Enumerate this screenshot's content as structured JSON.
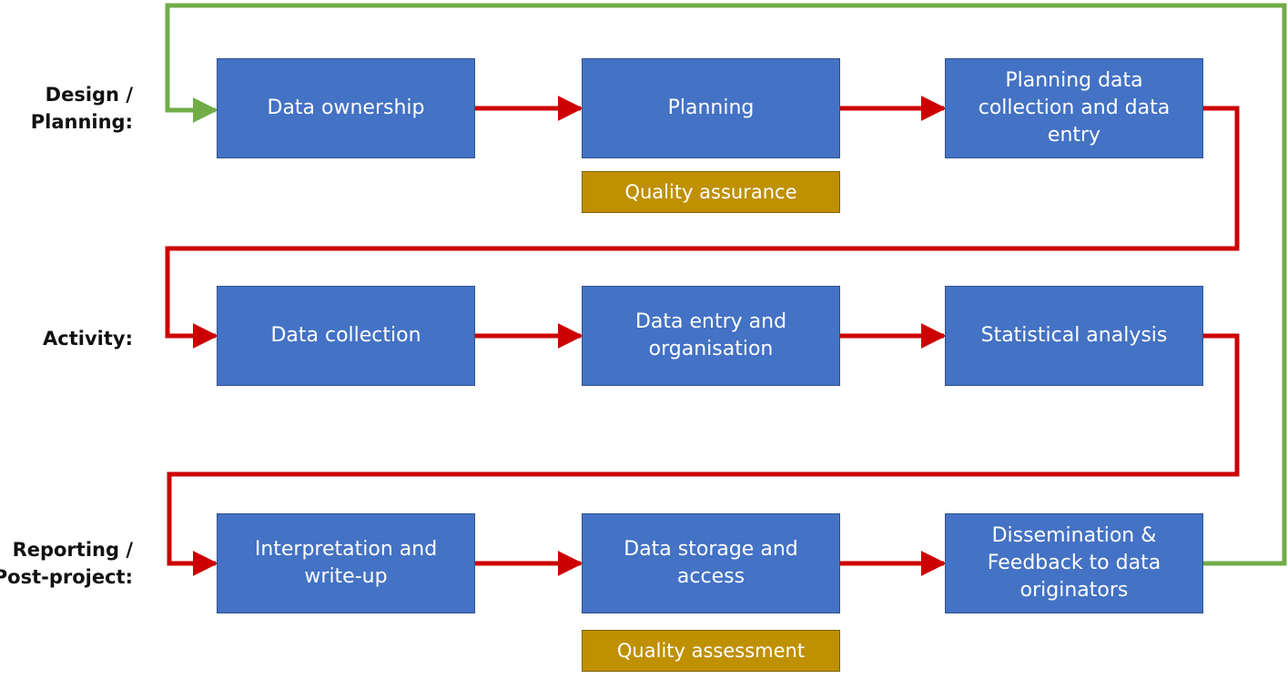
{
  "row_labels": {
    "design": "Design /\nPlanning:",
    "activity": "Activity:",
    "reporting": "Reporting /\nPost-project:"
  },
  "steps": {
    "data_ownership": "Data ownership",
    "planning": "Planning",
    "planning_data_collection": "Planning data collection and data entry",
    "data_collection": "Data collection",
    "data_entry": "Data entry and organisation",
    "statistical_analysis": "Statistical analysis",
    "interpretation": "Interpretation and write-up",
    "data_storage": "Data storage and access",
    "dissemination": "Dissemination & Feedback to data originators"
  },
  "annotations": {
    "quality_assurance": "Quality assurance",
    "quality_assessment": "Quality assessment"
  },
  "colors": {
    "step_fill": "#4472c4",
    "step_border": "#2f528f",
    "annotation_fill": "#bf9000",
    "flow_arrow": "#cc0000",
    "feedback_loop": "#70ad47"
  }
}
